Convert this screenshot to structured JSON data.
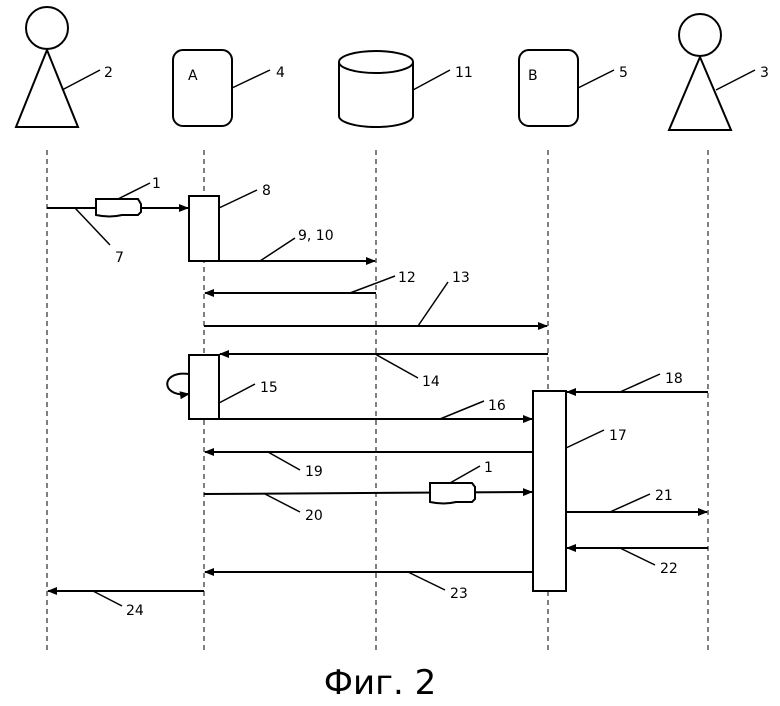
{
  "labels": {
    "actor_left": "2",
    "actor_right": "3",
    "participant_a_letter": "A",
    "participant_a_ref": "4",
    "database_ref": "11",
    "participant_b_letter": "B",
    "participant_b_ref": "5",
    "document_1a": "1",
    "document_1b": "1",
    "msg_7": "7",
    "act_8": "8",
    "msg_9_10": "9, 10",
    "msg_12": "12",
    "msg_13": "13",
    "msg_14": "14",
    "act_15": "15",
    "msg_16": "16",
    "act_17": "17",
    "msg_18": "18",
    "msg_19": "19",
    "msg_20": "20",
    "msg_21": "21",
    "msg_22": "22",
    "msg_23": "23",
    "msg_24": "24"
  },
  "caption": "Фиг. 2"
}
